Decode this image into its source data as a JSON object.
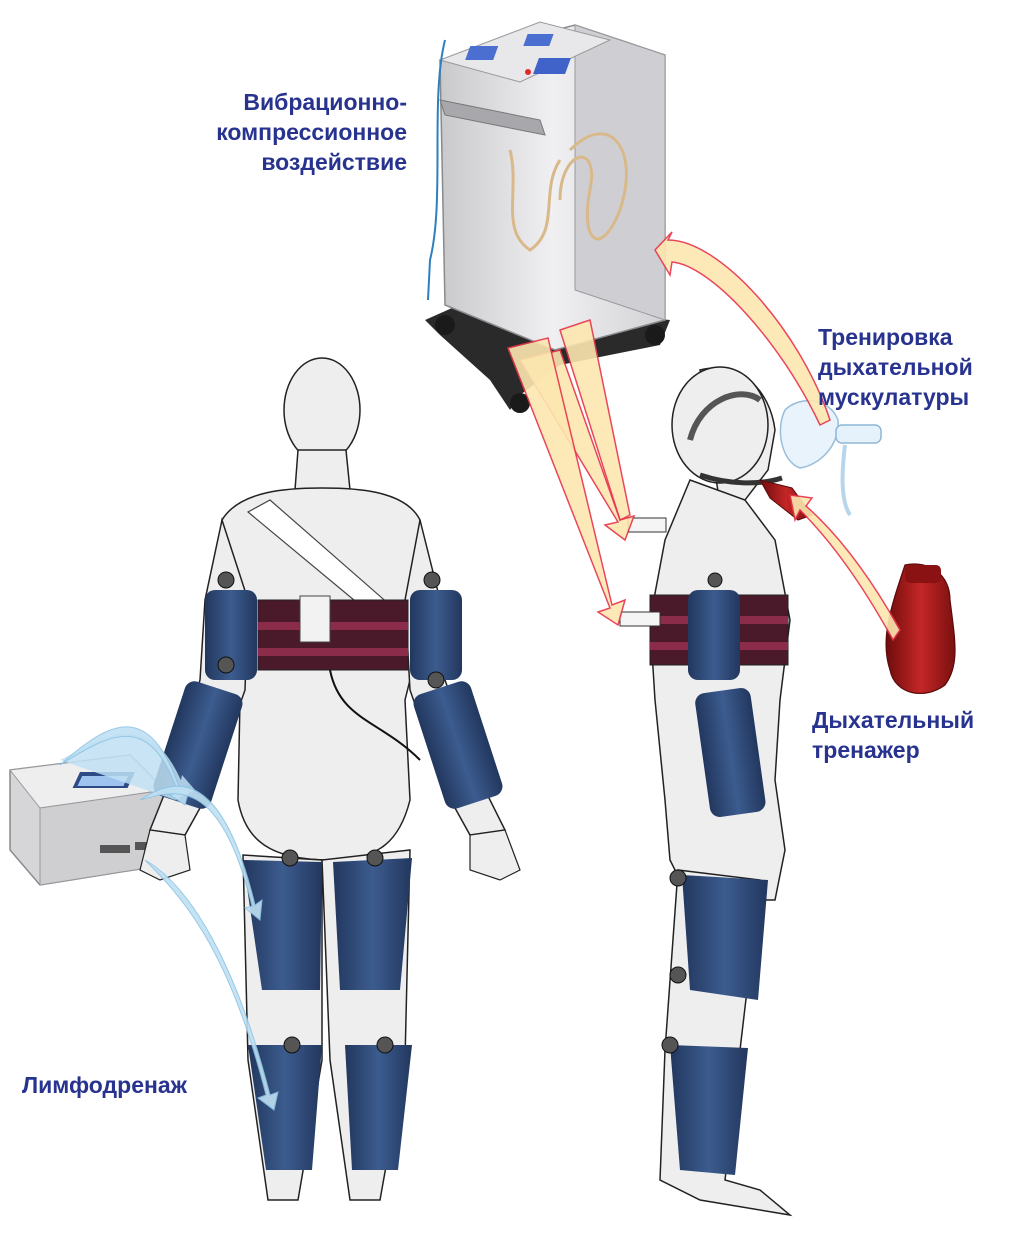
{
  "labels": {
    "vibration": [
      "Вибрационно-",
      "компрессионное",
      "воздействие"
    ],
    "training": [
      "Тренировка",
      "дыхательной",
      "мускулатуры"
    ],
    "trainer": [
      "Дыхательный",
      "тренажер"
    ],
    "lymph": [
      "Лимфодренаж"
    ]
  },
  "colors": {
    "label_text": "#27338f",
    "cuff": "#2e4a78",
    "belt": "#4a1a2a",
    "body_fill": "#eeeeee",
    "body_outline": "#222222",
    "arrow_warm_fill": "#fde7b0",
    "arrow_warm_stroke": "#e8334a",
    "arrow_cool_fill": "#bfe0f3",
    "device_gray": "#dedee0",
    "trainer_red": "#a01515"
  },
  "icons": [
    "vibration-compression-device",
    "lymphatic-drainage-device",
    "breathing-mask",
    "breathing-trainer"
  ]
}
